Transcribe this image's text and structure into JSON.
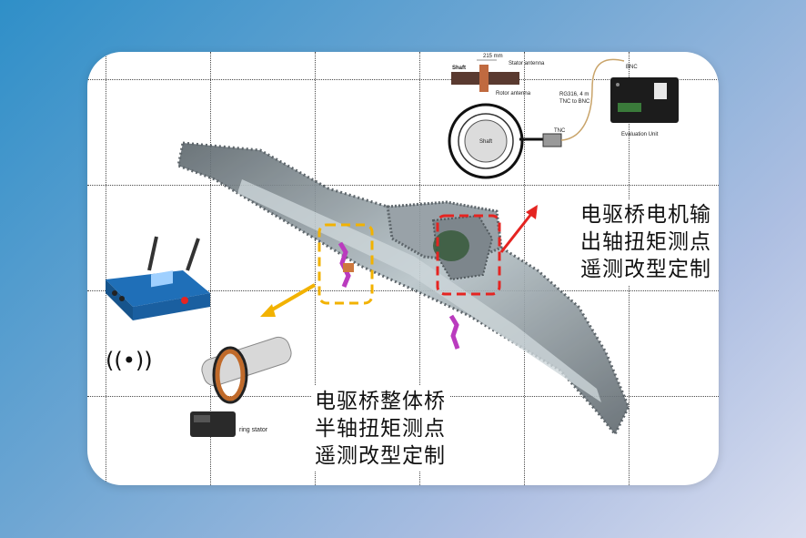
{
  "labels": {
    "motor_output": [
      "电驱桥电机输",
      "出轴扭矩测点",
      "遥测改型定制"
    ],
    "half_shaft": [
      "电驱桥整体桥",
      "半轴扭矩测点",
      "遥测改型定制"
    ]
  },
  "sensor_diagram": {
    "dim": "215 mm",
    "shaft": "Shaft",
    "stator": "Stator antenna",
    "rotor": "Rotor antenna",
    "shaft_center": "Shaft",
    "cable": [
      "RG316, 4 m",
      "TNC to BNC"
    ],
    "tnc": "TNC",
    "bnc": "BNC",
    "eval_unit": "Evaluation Unit"
  },
  "device_label": "ring stator",
  "wireless_icon_text": "((•))",
  "colors": {
    "accent_red": "#e52421",
    "accent_yellow": "#f2b200",
    "axle": "#7f8a90"
  }
}
